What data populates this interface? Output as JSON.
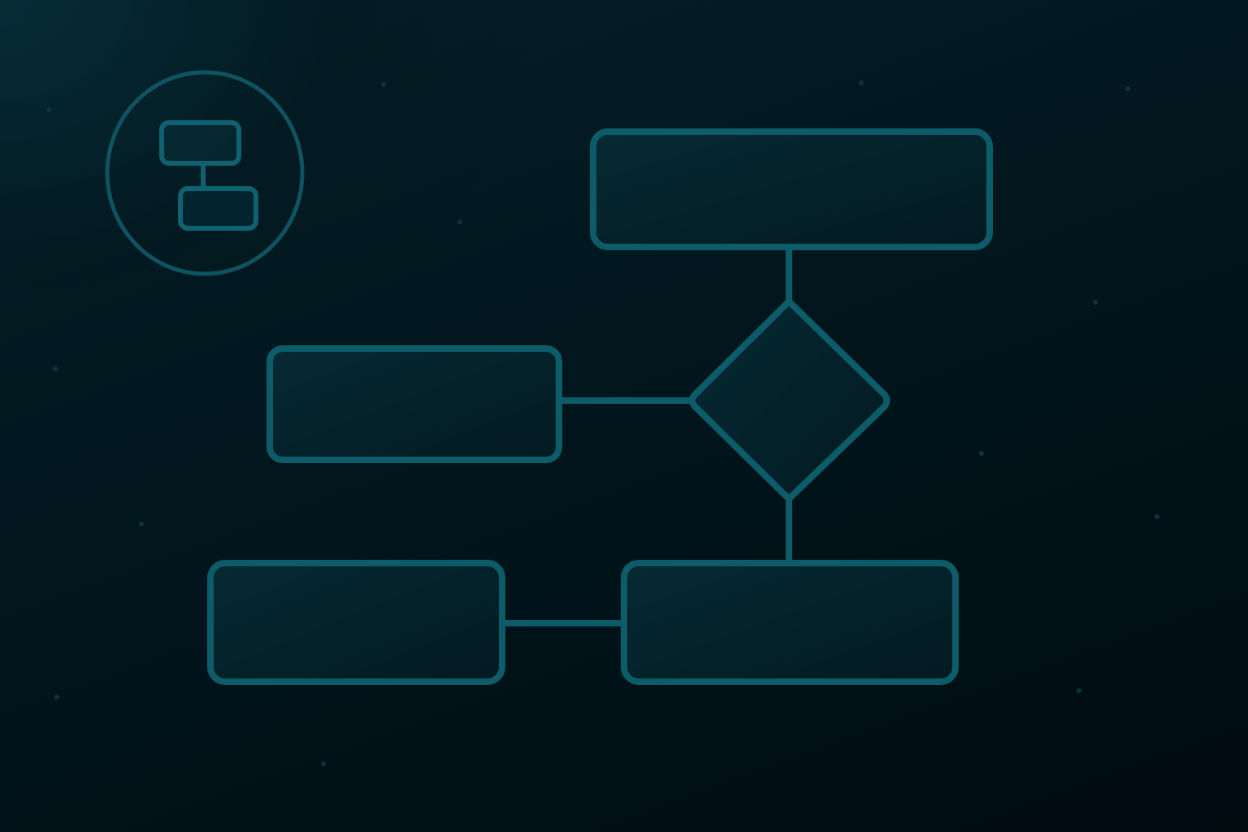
{
  "diagram": {
    "type": "flowchart",
    "icon": "flowchart-icon",
    "colors": {
      "background": "#010e14",
      "stroke": "#0d5c69",
      "icon_stroke": "#0e5461"
    },
    "nodes": [
      {
        "id": "process-top",
        "shape": "rounded-rectangle",
        "label": ""
      },
      {
        "id": "decision",
        "shape": "diamond",
        "label": ""
      },
      {
        "id": "process-left",
        "shape": "rounded-rectangle",
        "label": ""
      },
      {
        "id": "process-bottom-right",
        "shape": "rounded-rectangle",
        "label": ""
      },
      {
        "id": "process-bottom-left",
        "shape": "rounded-rectangle",
        "label": ""
      }
    ],
    "edges": [
      {
        "from": "process-top",
        "to": "decision"
      },
      {
        "from": "decision",
        "to": "process-left"
      },
      {
        "from": "decision",
        "to": "process-bottom-right"
      },
      {
        "from": "process-bottom-right",
        "to": "process-bottom-left"
      }
    ]
  }
}
